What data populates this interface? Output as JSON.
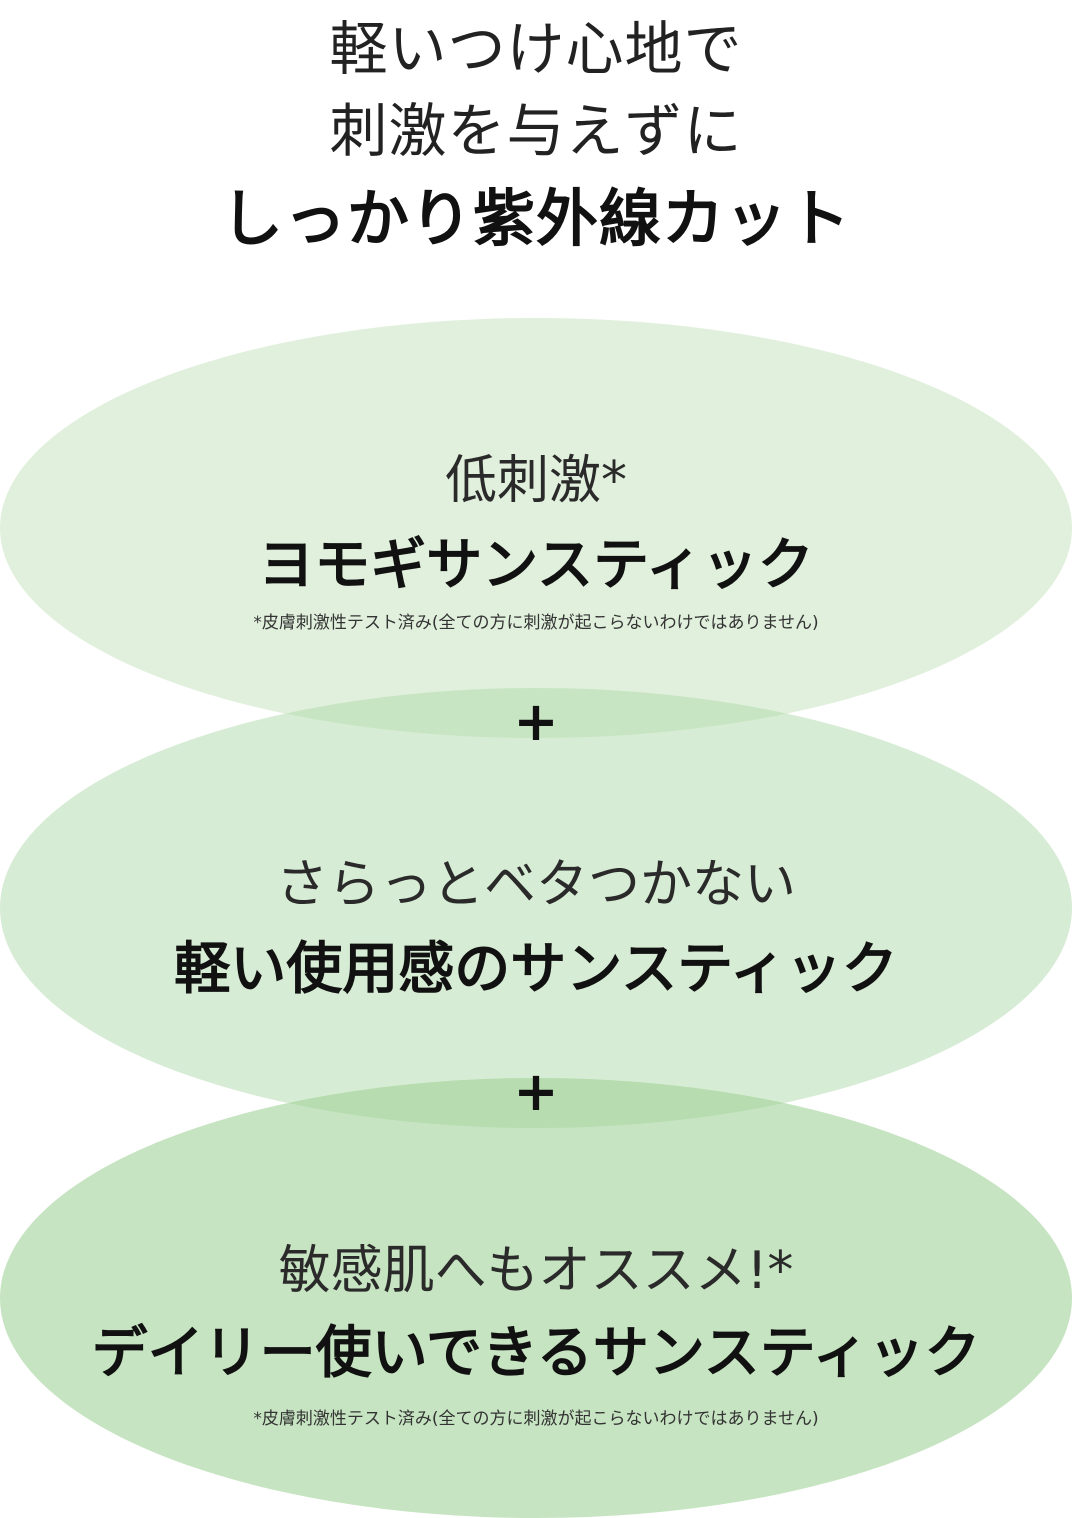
{
  "headline": {
    "line1": "軽いつけ心地で",
    "line2": "刺激を与えずに",
    "line3": "しっかり紫外線カット"
  },
  "block1": {
    "sub": "低刺激*",
    "main": "ヨモギサンスティック",
    "note": "*皮膚刺激性テスト済み(全ての方に刺激が起こらないわけではありません)"
  },
  "plus_sign": "+",
  "block2": {
    "sub": "さらっとベタつかない",
    "main": "軽い使用感のサンスティック"
  },
  "block3": {
    "sub": "敏感肌へもオススメ!*",
    "main": "デイリー使いできるサンスティック",
    "note": "*皮膚刺激性テスト済み(全ての方に刺激が起こらないわけではありません)"
  },
  "colors": {
    "ellipse_1": "#c6e4c0",
    "ellipse_2": "#b0daaa",
    "ellipse_3": "#a0d298",
    "text": "#111111"
  }
}
